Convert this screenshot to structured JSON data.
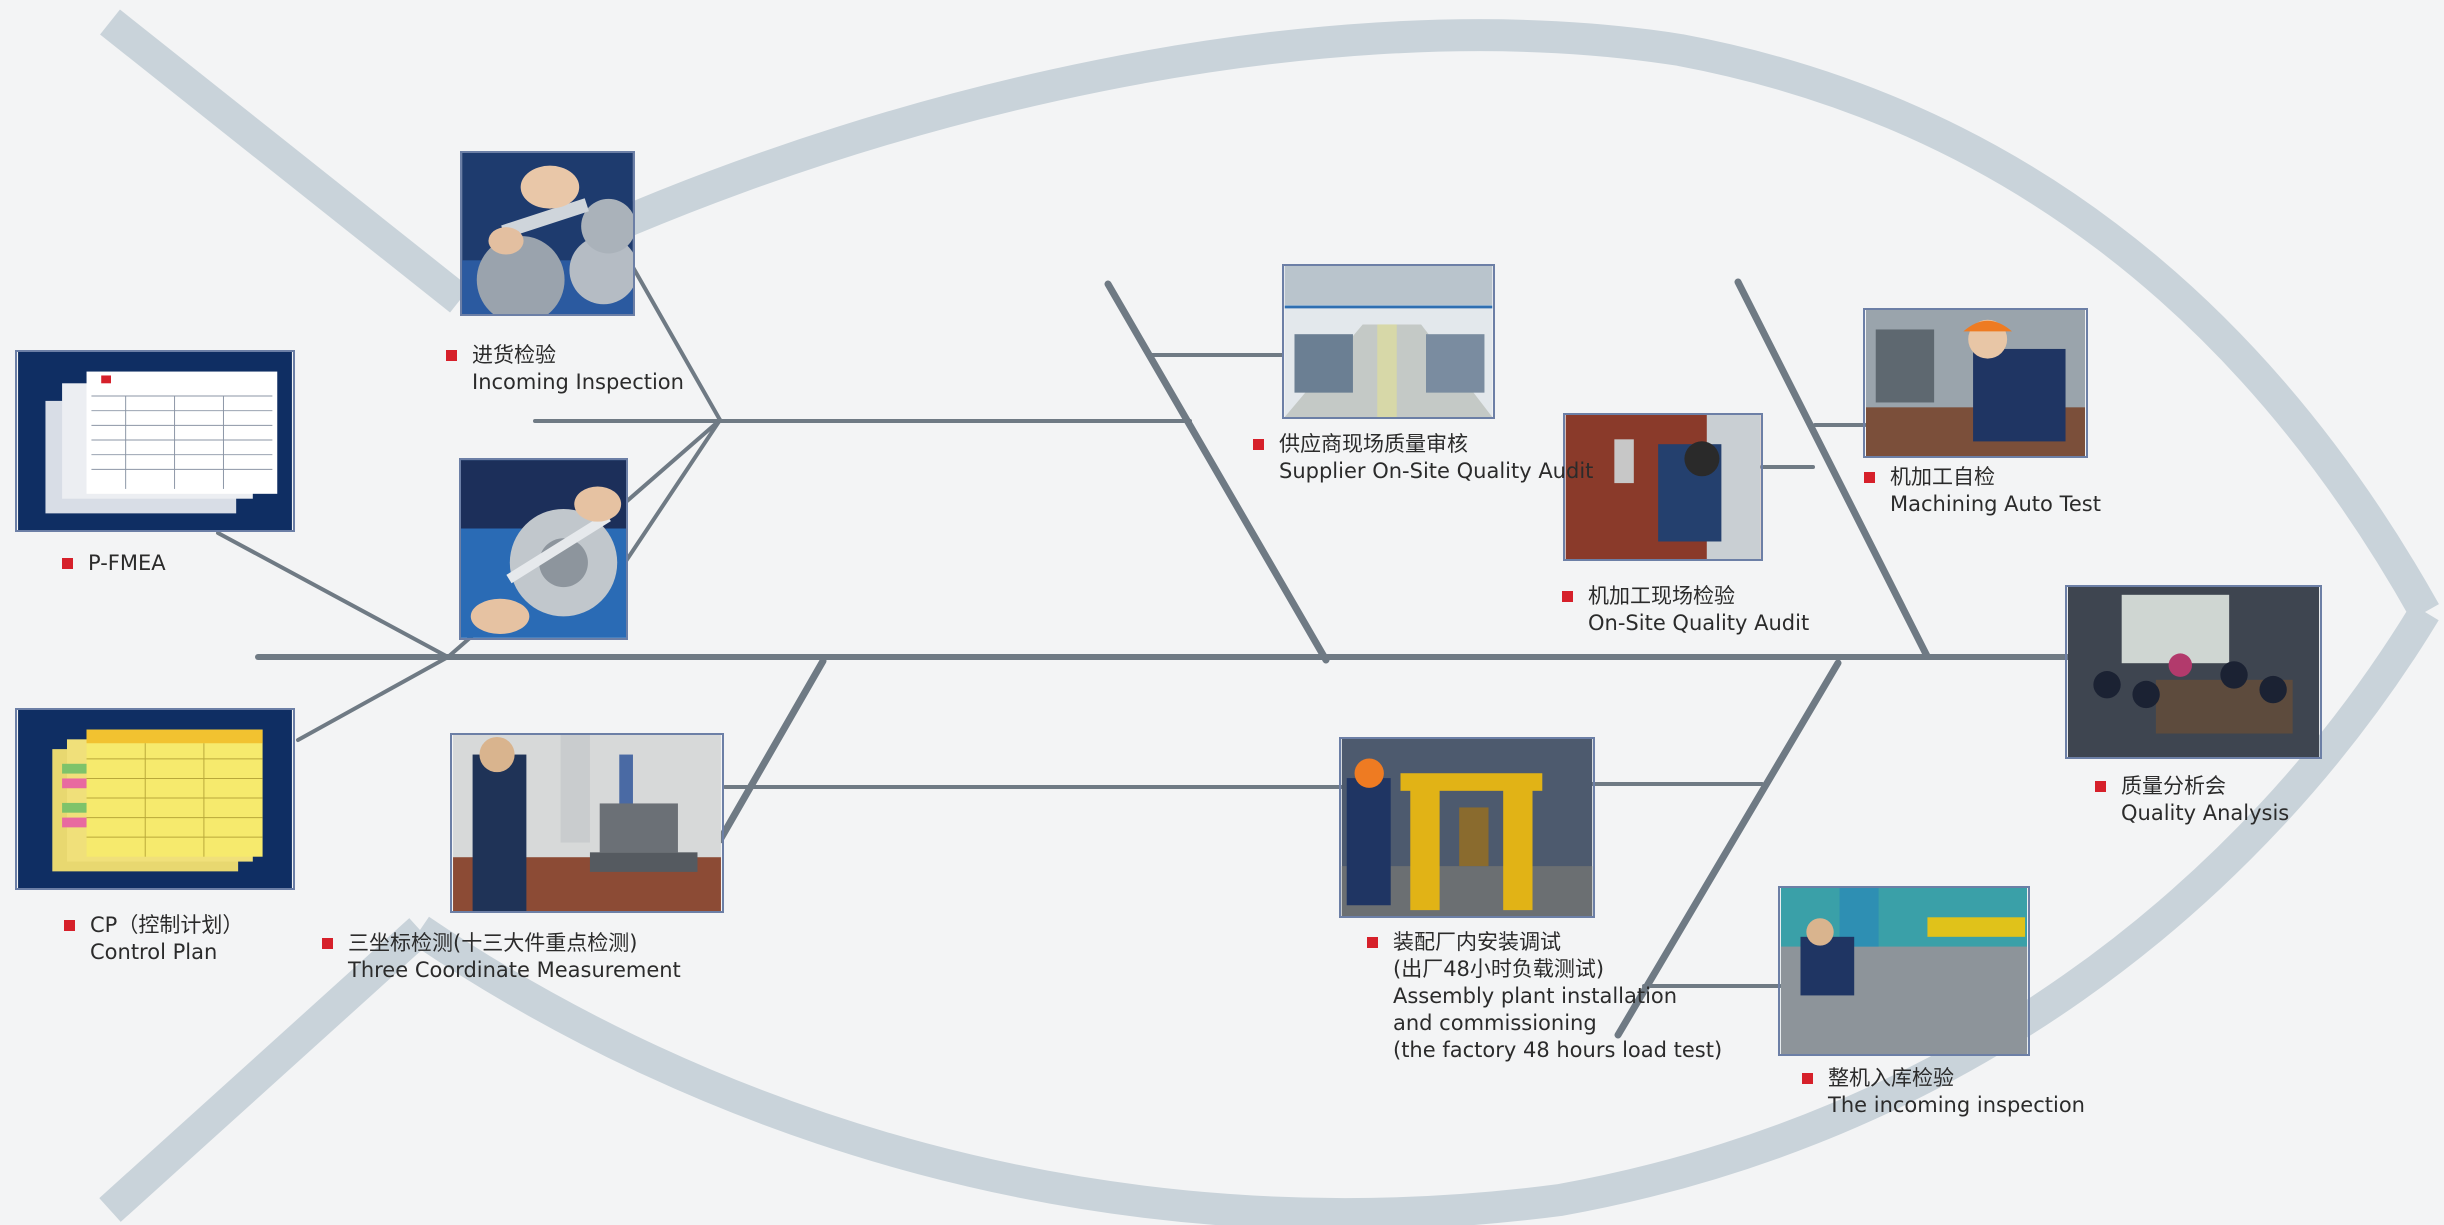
{
  "colors": {
    "background": "#f3f4f5",
    "fish_outline": "#c9d3da",
    "bones": "#6f7a84",
    "bullet": "#d6202a",
    "photo_border": "#6c7fa6"
  },
  "nodes": {
    "incoming": {
      "zh": "进货检验",
      "en": "Incoming Inspection"
    },
    "pfmea": {
      "zh": "",
      "en": "P-FMEA"
    },
    "cp": {
      "zh": "CP（控制计划）",
      "en": "Control Plan"
    },
    "three_coord": {
      "zh": "三坐标检测(十三大件重点检测)",
      "en": "Three Coordinate Measurement"
    },
    "supplier": {
      "zh": "供应商现场质量审核",
      "en": "Supplier On-Site Quality Audit"
    },
    "onsite": {
      "zh": "机加工现场检验",
      "en": "On-Site Quality Audit"
    },
    "auto_test": {
      "zh": "机加工自检",
      "en": "Machining Auto Test"
    },
    "quality": {
      "zh": "质量分析会",
      "en": "Quality Analysis"
    },
    "assembly": {
      "zh": "装配厂内安装调试",
      "lines": [
        "(出厂48小时负载测试)",
        "Assembly plant installation",
        "and commissioning",
        "(the factory 48 hours load test)"
      ]
    },
    "final": {
      "zh": "整机入库检验",
      "en": "The incoming inspection"
    }
  },
  "icons": {
    "incoming_photo": "caliper-measuring-photo-icon",
    "incoming_photo2": "flange-measuring-photo-icon",
    "pfmea_doc": "spreadsheet-document-icon",
    "cp_doc": "yellow-spreadsheet-document-icon",
    "three_coord_photo": "cmm-machine-photo-icon",
    "supplier_photo": "factory-hall-photo-icon",
    "onsite_photo": "worker-at-door-photo-icon",
    "auto_test_photo": "machinist-photo-icon",
    "quality_photo": "meeting-room-photo-icon",
    "assembly_photo": "assembly-rig-photo-icon",
    "final_photo": "workshop-inspection-photo-icon"
  }
}
